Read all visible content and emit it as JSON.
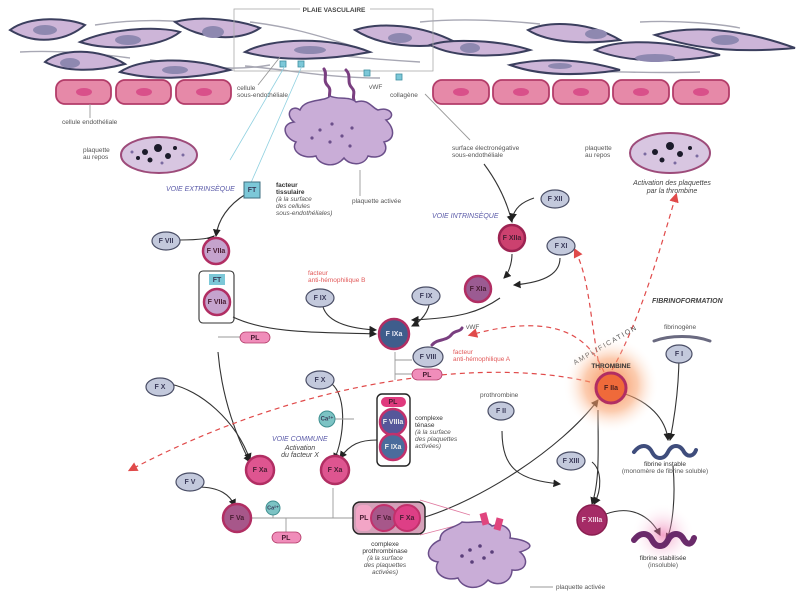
{
  "title": "PLAIE VASCULAIRE",
  "top_labels": {
    "cellule_endotheliale": "cellule endothéliale",
    "cellule_sous_endo_1": "cellule",
    "cellule_sous_endo_2": "sous-endothéliale",
    "vwf": "vWF",
    "collagene": "collagène",
    "plaquette_repos_1": "plaquette",
    "plaquette_repos_2": "au repos",
    "plaquette_activee": "plaquette activée",
    "surface_1": "surface électronégative",
    "surface_2": "sous-endothéliale",
    "plaquette_repos_r1": "plaquette",
    "plaquette_repos_r2": "au repos",
    "activation_1": "Activation des plaquettes",
    "activation_2": "par la thrombine"
  },
  "pathways": {
    "extrinseque": "VOIE EXTRINSÈQUE",
    "intrinseque": "VOIE INTRINSÈQUE",
    "commune": "VOIE COMMUNE",
    "activation_x_1": "Activation",
    "activation_x_2": "du facteur X",
    "fibrinoformation": "FIBRINOFORMATION",
    "amplification": "AMPLIFICATION",
    "thrombine": "THROMBINE"
  },
  "facteur_tissulaire": {
    "l1": "facteur",
    "l2": "tissulaire",
    "l3": "(à la surface",
    "l4": "des cellules",
    "l5": "sous-endothéliales)"
  },
  "hemophilie": {
    "b1": "facteur",
    "b2": "anti-hémophilique B",
    "a1": "facteur",
    "a2": "anti-hémophilique A"
  },
  "complexe_tenase": {
    "l1": "complexe",
    "l2": "ténase",
    "l3": "(à la surface",
    "l4": "des plaquettes",
    "l5": "activées)"
  },
  "complexe_prothrombinase": {
    "l1": "complexe",
    "l2": "prothrombinase",
    "l3": "(à la surface",
    "l4": "des plaquettes",
    "l5": "activées)"
  },
  "fibrine": {
    "fibrinogene": "fibrinogène",
    "prothrombine": "prothrombine",
    "instable_1": "fibrine instable",
    "instable_2": "(monomère de fibrine soluble)",
    "stabilisee_1": "fibrine stabilisée",
    "stabilisee_2": "(insoluble)",
    "plaquette_activee_bas": "plaquette activée"
  },
  "nodes": {
    "FT": "FT",
    "FT2": "FT",
    "FVII": "F VII",
    "FVIIa": "F VIIa",
    "FVIIa2": "F VIIa",
    "FXII": "F XII",
    "FXIIa": "F XIIa",
    "FXI": "F XI",
    "FXIa": "F XIa",
    "FIX_1": "F IX",
    "FIX_2": "F IX",
    "FIXa": "F IXa",
    "FVIII": "F VIII",
    "PL_1": "PL",
    "PL_2": "PL",
    "PL_3": "PL",
    "PL_tenase": "PL",
    "PL_prothrombinase": "PL",
    "FVIIIa": "F VIIIa",
    "FIXa_tenase": "F IXa",
    "FX_1": "F X",
    "FX_2": "F X",
    "Ca_1": "Ca²⁺",
    "Ca_2": "Ca²⁺",
    "FXa_1": "F Xa",
    "FXa_2": "F Xa",
    "FV": "F V",
    "FVa": "F Va",
    "FVa_pt": "F Va",
    "FXa_pt": "F Xa",
    "FII": "F II",
    "FIIa": "F IIa",
    "FI": "F I",
    "FXIII": "F XIII",
    "FXIIIa": "F XIIIa"
  },
  "colors": {
    "inactive_factor": "#c3c9dc",
    "active_factor_pink": "#d9558b",
    "active_factor_magenta": "#b3306a",
    "active_factor_blue": "#3f5d8c",
    "thrombin": "#ef6a3a",
    "phospholipid": "#f08dba",
    "calcium": "#7cc3c4",
    "tissue_factor": "#7cc8d8",
    "amplification_arrow": "#e04a4a",
    "endothelial_cell": "#e07a9c",
    "subendothelial_cell": "#cbb3d6"
  }
}
